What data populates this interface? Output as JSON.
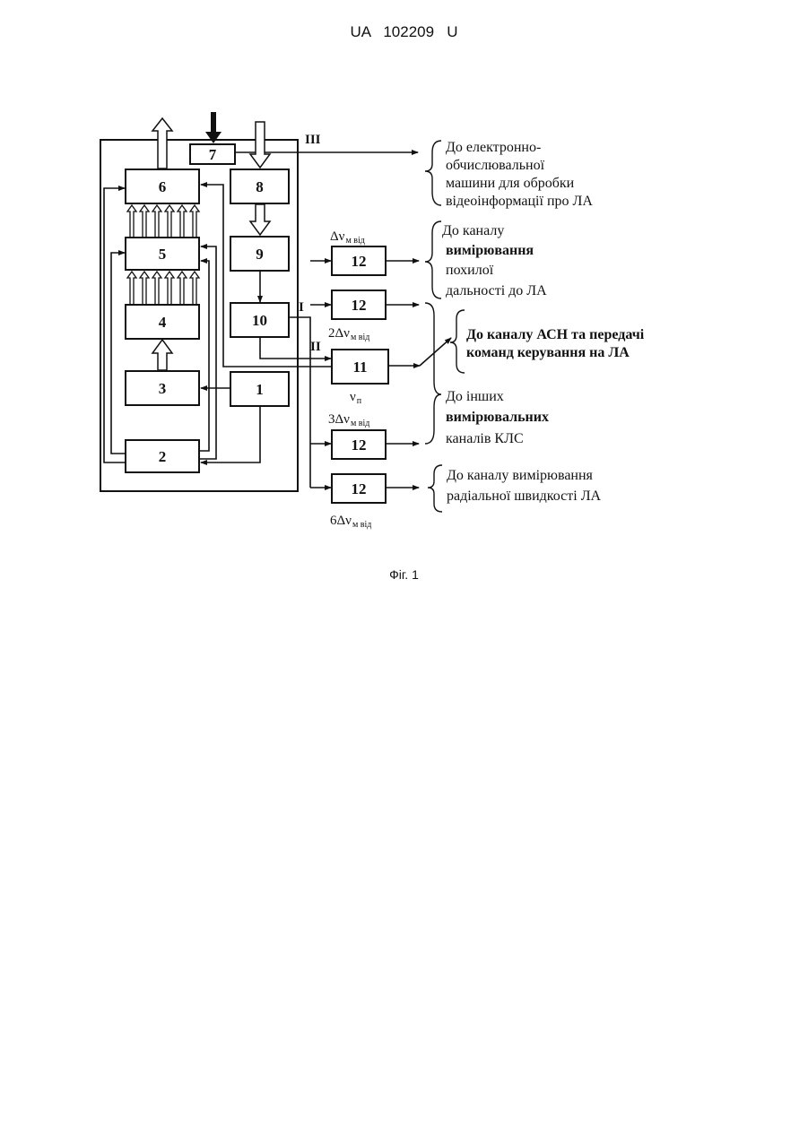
{
  "header": {
    "doc_number": "UA   102209   U"
  },
  "figure": {
    "caption": "Фіг. 1"
  },
  "blocks": {
    "b1": "1",
    "b2": "2",
    "b3": "3",
    "b4": "4",
    "b5": "5",
    "b6": "6",
    "b7": "7",
    "b8": "8",
    "b9": "9",
    "b10": "10",
    "b11": "11",
    "b12a": "12",
    "b12b": "12",
    "b12c": "12",
    "b12d": "12"
  },
  "outputs": {
    "I": "I",
    "II": "II",
    "III": "III"
  },
  "freq_labels": {
    "f1": {
      "prefix": "",
      "main": "Δν",
      "sub": "м від"
    },
    "f2": {
      "prefix": "2",
      "main": "Δν",
      "sub": "м від"
    },
    "fp": {
      "prefix": "",
      "main": "ν",
      "sub": "п"
    },
    "f3": {
      "prefix": "3",
      "main": "Δν",
      "sub": "м від"
    },
    "f6": {
      "prefix": "6",
      "main": "Δν",
      "sub": "м від"
    }
  },
  "annotations": {
    "computer": [
      "До електронно-",
      "обчислювальної",
      "машини для обробки",
      "відеоінформації про ЛА"
    ],
    "range": [
      "До каналу",
      "вимірювання",
      "похилої",
      "дальності до ЛА"
    ],
    "asn": [
      "До каналу АСН та передачі",
      "команд керування на ЛА"
    ],
    "other": [
      "До інших",
      "вимірювальних",
      "каналів КЛС"
    ],
    "radial": [
      "До каналу вимірювання",
      "радіальної швидкості ЛА"
    ]
  }
}
